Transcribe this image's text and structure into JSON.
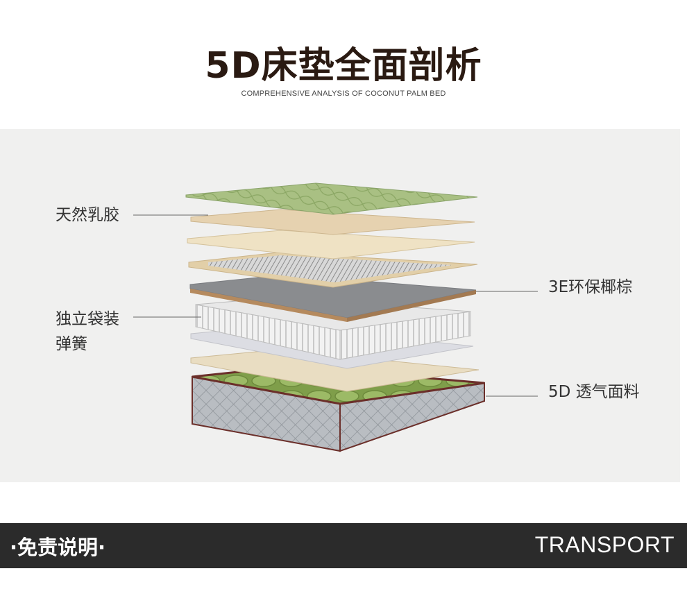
{
  "header": {
    "title": "5D床垫全面剖析",
    "subtitle": "COMPREHENSIVE ANALYSIS OF COCONUT PALM BED"
  },
  "layers": {
    "latex": "天然乳胶",
    "coconut": "3E环保椰棕",
    "spring_line1": "独立袋装",
    "spring_line2": "弹簧",
    "fabric": "5D 透气面料"
  },
  "footer": {
    "left_label": "·免责说明·",
    "right_label": "TRANSPORT"
  },
  "colors": {
    "title": "#2a1a12",
    "panel_bg": "#f0f0ef",
    "footer_bg": "#2b2b2b",
    "green": "#8fae5a",
    "beige": "#e6d7b8"
  }
}
